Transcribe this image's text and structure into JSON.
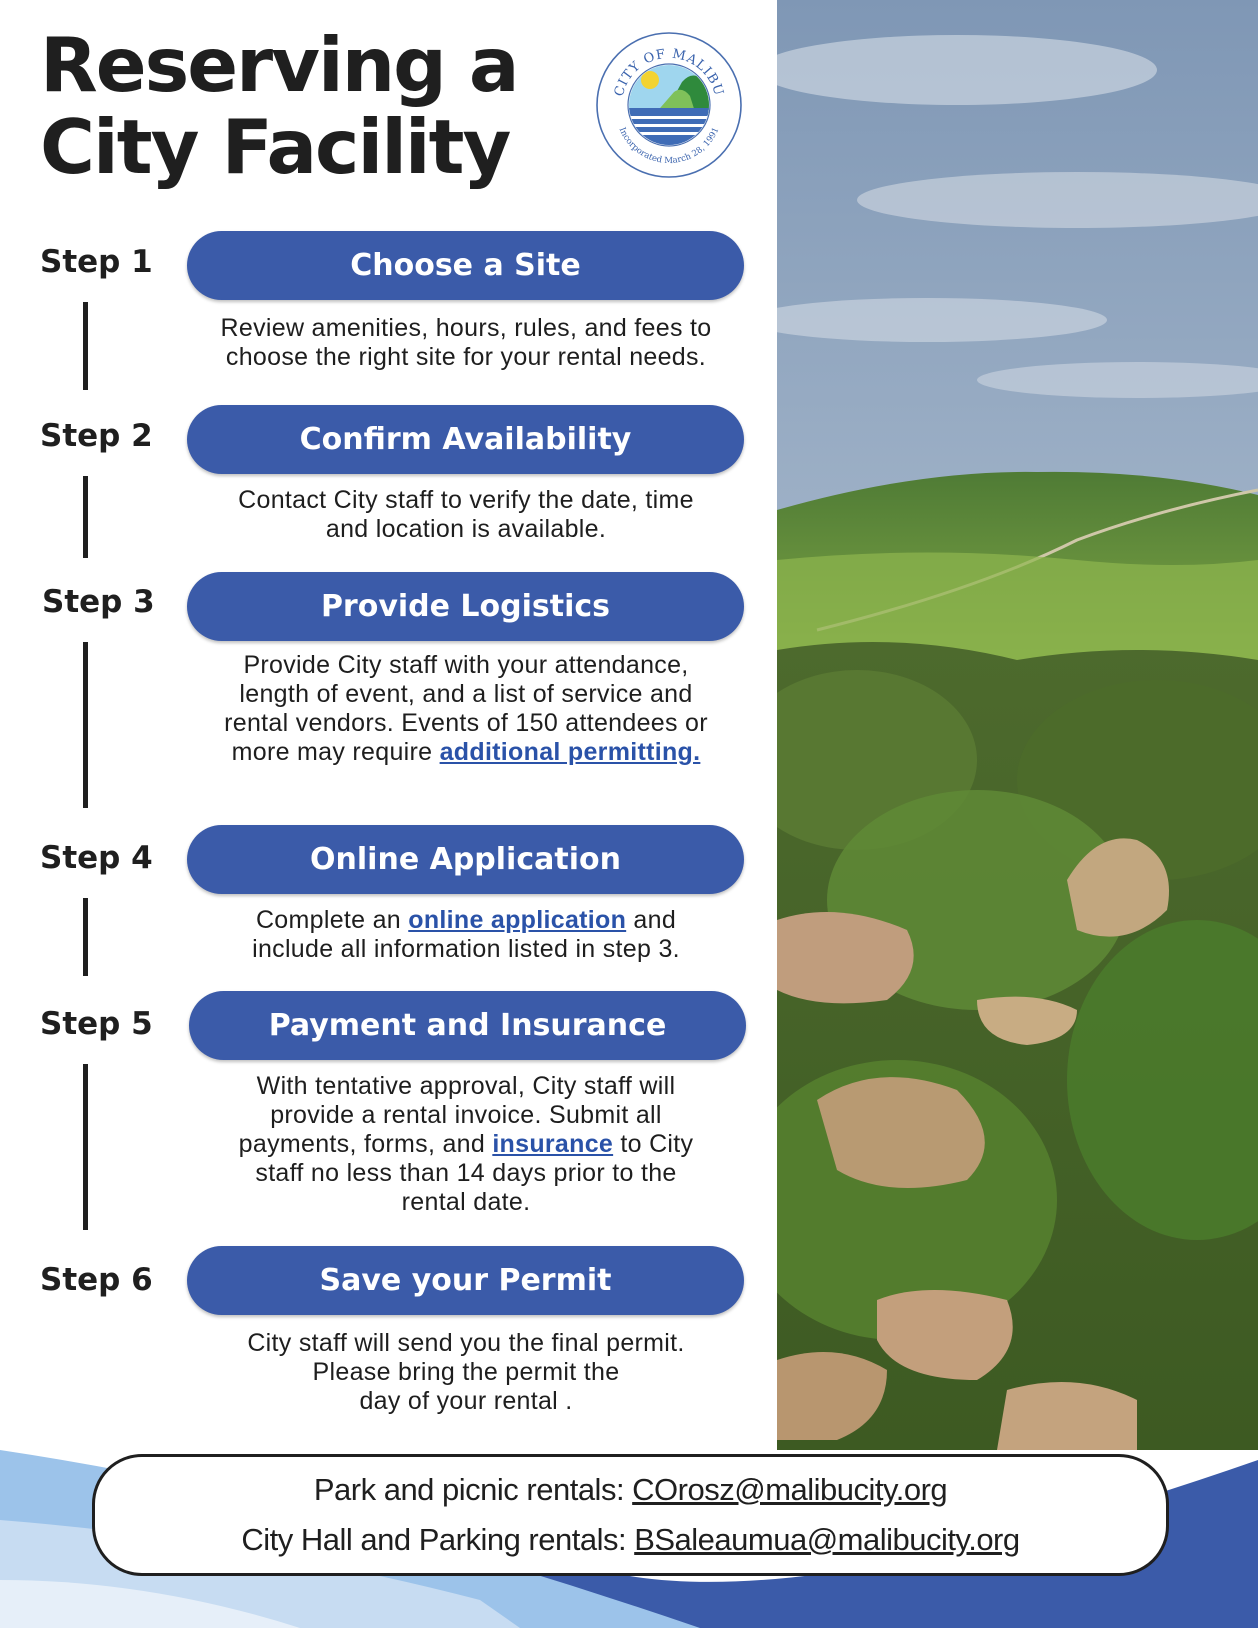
{
  "title": {
    "line1": "Reserving a",
    "line2": "City Facility"
  },
  "seal": {
    "top_text": "CITY OF MALIBU",
    "bottom_text": "Incorporated March 28, 1991"
  },
  "steps": [
    {
      "label": "Step 1",
      "title": "Choose a Site",
      "desc": [
        "Review amenities, hours, rules, and fees to",
        "choose the right site for your rental needs."
      ]
    },
    {
      "label": "Step 2",
      "title": "Confirm Availability",
      "desc": [
        "Contact City staff to verify the date, time",
        "and location is available."
      ]
    },
    {
      "label": "Step 3",
      "title": "Provide Logistics",
      "desc": [
        "Provide City staff with your attendance,",
        "length of event, and a list of service and",
        "rental vendors. Events of 150 attendees or"
      ],
      "desc_last_prefix": "more may require ",
      "link": "additional permitting."
    },
    {
      "label": "Step 4",
      "title": "Online Application",
      "desc_prefix": "Complete an ",
      "link": "online application",
      "desc_suffix": " and",
      "desc_line2": "include all information listed in step 3."
    },
    {
      "label": "Step 5",
      "title": "Payment and Insurance",
      "desc": [
        "With tentative approval, City staff will",
        "provide a rental invoice. Submit all"
      ],
      "desc_prefix": "payments, forms, and ",
      "link": "insurance",
      "desc_suffix": " to City",
      "desc_after": [
        "staff no less than 14 days prior to the",
        "rental date."
      ]
    },
    {
      "label": "Step 6",
      "title": "Save your Permit",
      "desc": [
        "City staff will send you the final permit.",
        "Please bring the permit the",
        "day of your rental ."
      ]
    }
  ],
  "contacts": [
    {
      "label": "Park and picnic rentals: ",
      "email": "COrosz@malibucity.org"
    },
    {
      "label": "City Hall and Parking rentals: ",
      "email": "BSaleaumua@malibucity.org"
    }
  ],
  "colors": {
    "accent": "#3b5ba9",
    "text": "#1f1f1f",
    "link": "#2a52a8"
  }
}
